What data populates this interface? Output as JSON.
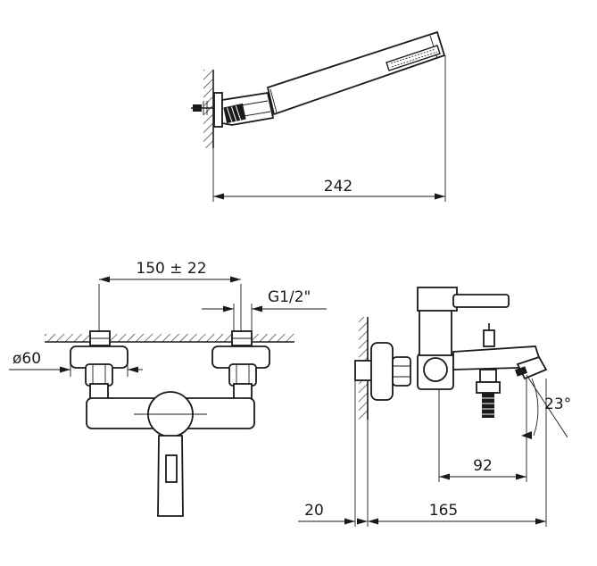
{
  "dimensions": {
    "length": "242",
    "spacing": "150 ± 22",
    "thread": "G1/2\"",
    "diameter": "ø60",
    "angle": "23°",
    "offset": "92",
    "depth": "165",
    "wall": "20"
  }
}
